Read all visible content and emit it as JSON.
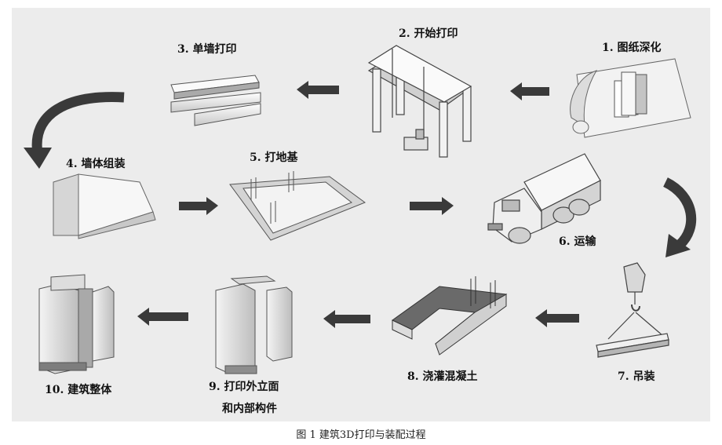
{
  "steps": [
    {
      "label": "1. 图纸深化"
    },
    {
      "label": "2. 开始打印"
    },
    {
      "label": "3. 单墙打印"
    },
    {
      "label": "4. 墙体组装"
    },
    {
      "label": "5. 打地基"
    },
    {
      "label": "6. 运输"
    },
    {
      "label": "7. 吊装"
    },
    {
      "label": "8. 浇灌混凝土"
    },
    {
      "label": "9. 打印外立面",
      "label_line2": "和内部构件"
    },
    {
      "label": "10. 建筑整体"
    }
  ],
  "caption": "图 1   建筑3D打印与装配过程",
  "colors": {
    "panel": "#ececec",
    "arrow": "#3a3a3a",
    "line": "#555555"
  }
}
